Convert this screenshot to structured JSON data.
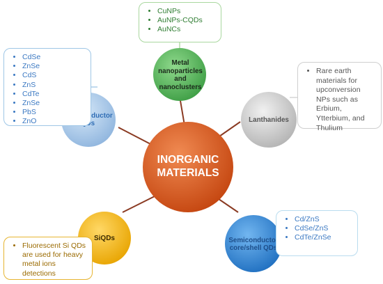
{
  "center": {
    "title": "INORGANIC MATERIALS",
    "color": "#d9531e"
  },
  "nodes": {
    "metal": {
      "label": "Metal nanoparticles and nanoclusters",
      "color": "#5ab85c",
      "items": [
        "CuNPs",
        "AuNPs-CQDs",
        "AuNCs"
      ]
    },
    "semiconductor": {
      "label": "Semiconductor QDs",
      "color": "#a6c8ea",
      "items": [
        "CdSe",
        "ZnSe",
        "CdS",
        "ZnS",
        "CdTe",
        "ZnSe",
        "PbS",
        "ZnO"
      ]
    },
    "lanthanides": {
      "label": "Lanthanides",
      "color": "#c9c9c9",
      "items": [
        "Rare earth materials for upconversion NPs such as Erbium, Ytterbium, and Thulium"
      ]
    },
    "core_shell": {
      "label": "Semiconductor core/shell QDs",
      "color": "#2f86d6",
      "items": [
        "Cd/ZnS",
        "CdSe/ZnS",
        "CdTe/ZnSe"
      ]
    },
    "siqds": {
      "label": "SiQDs",
      "color": "#f5bb12",
      "items": [
        "Fluorescent Si QDs are used for heavy metal ions detections"
      ]
    }
  },
  "connector_color": "#8a3a22"
}
